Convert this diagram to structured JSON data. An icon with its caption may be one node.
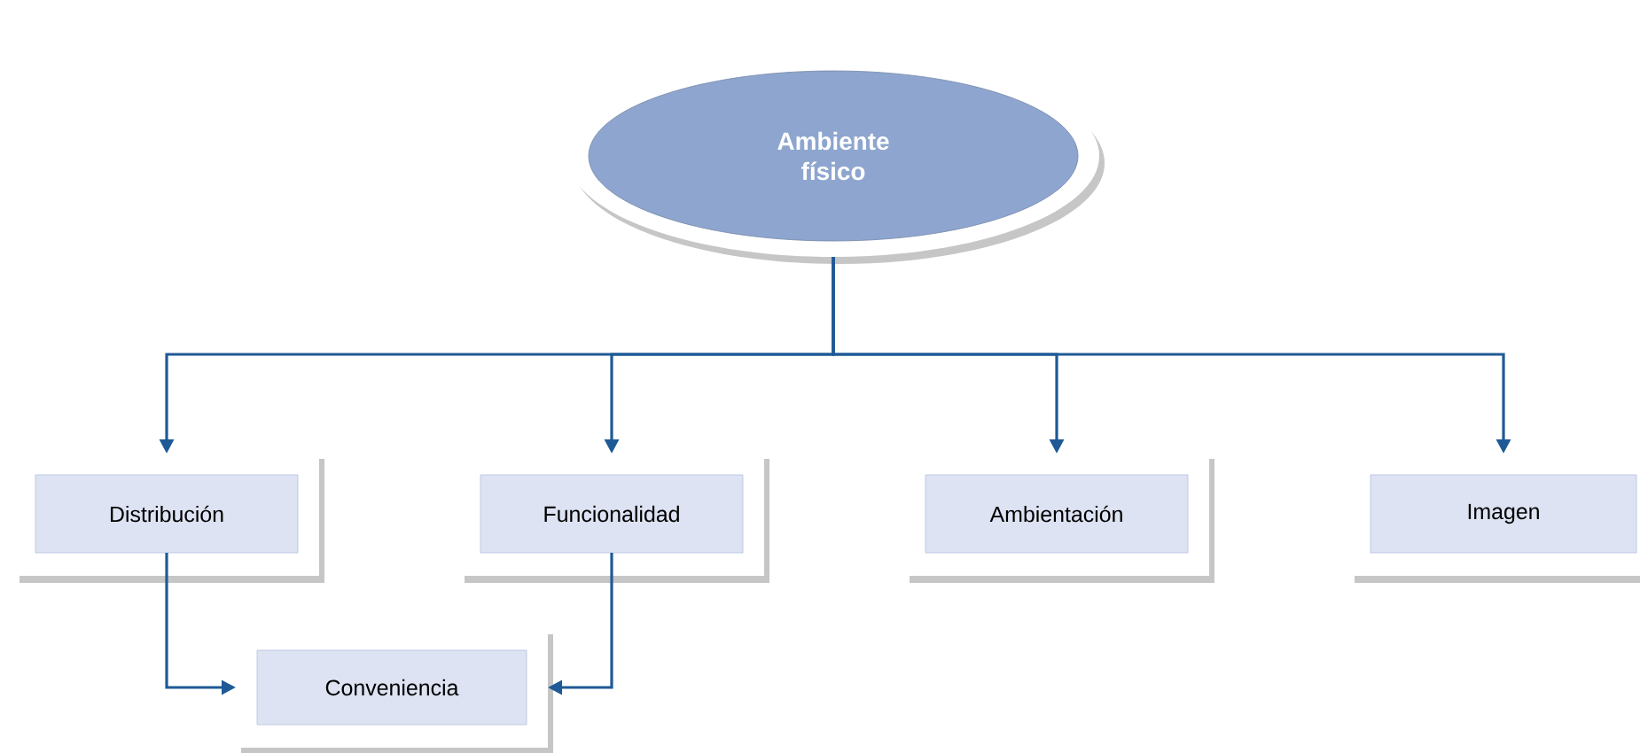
{
  "diagram": {
    "nodes": [
      {
        "text": [
          "Ambiente físico"
        ]
      },
      {
        "text": [
          "Distribución"
        ]
      },
      {
        "text": [
          "Funcionalidad"
        ]
      },
      {
        "text": [
          "Ambientación"
        ]
      },
      {
        "text": [
          "Imagen"
        ]
      },
      {
        "text": [
          "Conveniencia"
        ]
      }
    ],
    "edges": [
      {
        "from": 0,
        "to": 1,
        "arrow": "to"
      },
      {
        "from": 0,
        "to": 2,
        "arrow": "to"
      },
      {
        "from": 0,
        "to": 3,
        "arrow": "to"
      },
      {
        "from": 0,
        "to": 4,
        "arrow": "to"
      },
      {
        "from": 1,
        "to": 5,
        "arrow": "to"
      },
      {
        "from": 2,
        "to": 5,
        "arrow": "to"
      }
    ]
  }
}
